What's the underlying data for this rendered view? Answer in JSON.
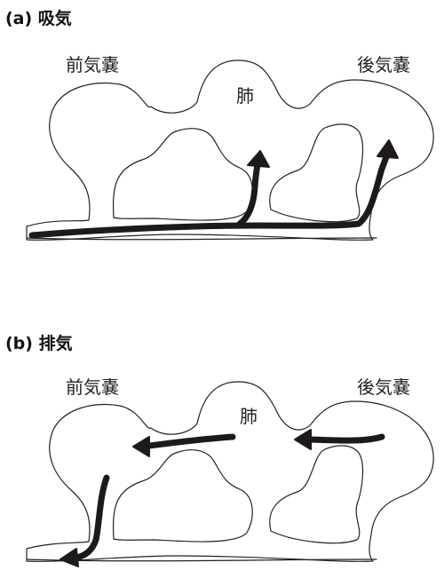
{
  "panel_a": {
    "title": "(a) 吸気",
    "labels": {
      "anterior_air_sac": "前気嚢",
      "lung": "肺",
      "posterior_air_sac": "後気嚢"
    }
  },
  "panel_b": {
    "title": "(b) 排気",
    "labels": {
      "anterior_air_sac": "前気嚢",
      "lung": "肺",
      "posterior_air_sac": "後気嚢"
    }
  },
  "colors": {
    "arrow": "#1e1a1a",
    "outline": "#222222",
    "background": "#ffffff"
  }
}
